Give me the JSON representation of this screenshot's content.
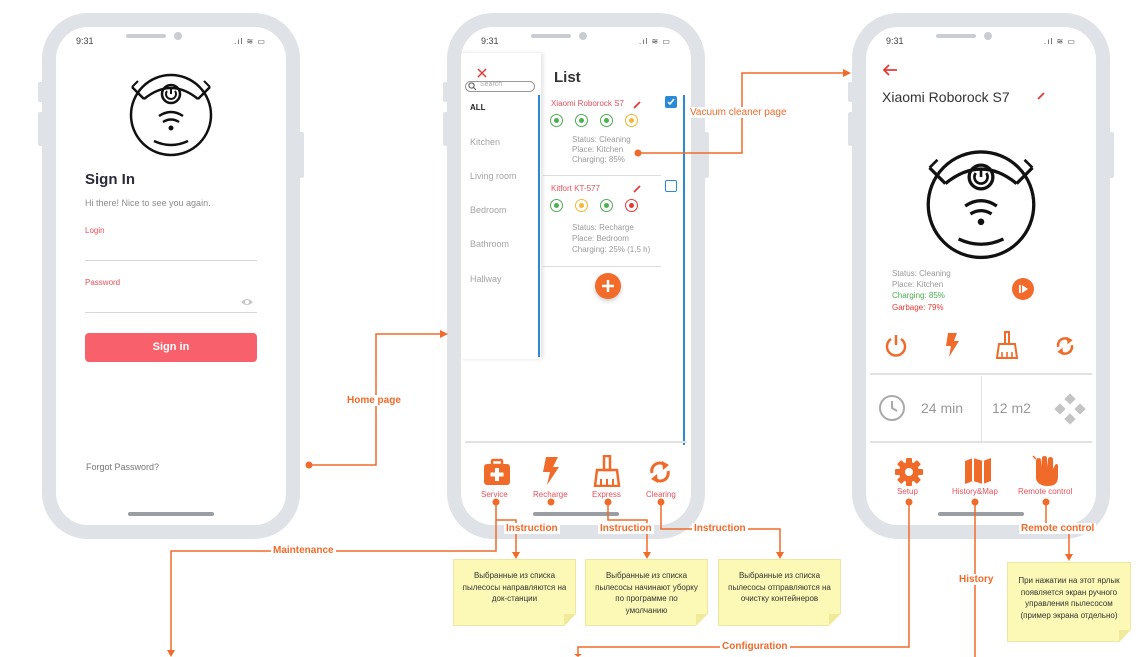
{
  "phone1": {
    "time": "9:31",
    "title": "Sign In",
    "subtitle": "Hi there! Nice to see you again.",
    "login_label": "Login",
    "password_label": "Password",
    "signin_button": "Sign in",
    "forgot_password": "Forgot Password?"
  },
  "phone2": {
    "time": "9:31",
    "search_placeholder": "Search",
    "menu": [
      "ALL",
      "Kitchen",
      "Living room",
      "Bedroom",
      "Bathroom",
      "Hallway"
    ],
    "list_title": "List",
    "items": [
      {
        "name": "Xiaomi Roborock S7",
        "status": "Status: Cleaning",
        "place": "Place: Kitchen",
        "charging": "Charging: 85%",
        "checked": true,
        "dots": [
          "#4caf50",
          "#4caf50",
          "#4caf50",
          "#f5b731"
        ]
      },
      {
        "name": "Kitfort KT-577",
        "status": "Status: Recharge",
        "place": "Place: Bedroom",
        "charging": "Charging: 25% (1,5 h)",
        "checked": false,
        "dots": [
          "#4caf50",
          "#f5b731",
          "#4caf50",
          "#e53935"
        ]
      }
    ],
    "tabs": [
      "Service",
      "Recharge",
      "Express",
      "Clearing"
    ]
  },
  "phone3": {
    "time": "9:31",
    "title": "Xiaomi Roborock S7",
    "status": "Status: Cleaning",
    "place": "Place: Kitchen",
    "charging": "Charging: 85%",
    "garbage": "Garbage: 79%",
    "time_value": "24 min",
    "area_value": "12 m2",
    "tabs": [
      "Setup",
      "History&Map",
      "Remote control"
    ]
  },
  "annotations": {
    "vacuum_page": "Vacuum cleaner page",
    "home_page": "Home page",
    "maintenance": "Maintenance",
    "instruction_1": "Instruction",
    "instruction_2": "Instruction",
    "instruction_3": "Instruction",
    "configuration": "Configuration",
    "history": "History",
    "remote_control": "Remote control"
  },
  "notes": {
    "note1": "Выбранные из списка пылесосы направляются на док-станции",
    "note2": "Выбранные из списка пылесосы начинают уборку по программе по умолчанию",
    "note3": "Выбранные из списка пылесосы отправляются на очистку контейнеров",
    "note4": "При нажатии на этот ярлык появляется экран ручного управления пылесосом (пример экрана отдельно)"
  },
  "colors": {
    "accent": "#f06a2a",
    "brand_red": "#e8505b",
    "selection_blue": "#2b8ad6",
    "charging_green": "#4caf50"
  },
  "icons": [
    "robot-vacuum-icon",
    "eye-icon",
    "search-icon",
    "close-icon",
    "edit-pencil-icon",
    "plus-icon",
    "first-aid-kit-icon",
    "lightning-icon",
    "broom-icon",
    "refresh-icon",
    "back-arrow-icon",
    "play-icon",
    "power-icon",
    "clock-icon",
    "direction-pad-icon",
    "gear-icon",
    "map-icon",
    "hand-icon"
  ]
}
